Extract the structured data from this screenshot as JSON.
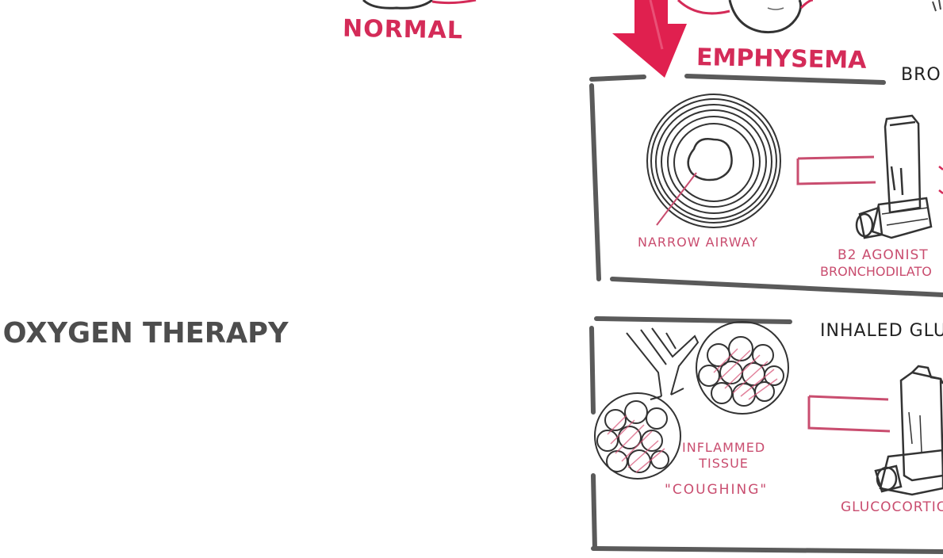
{
  "labels": {
    "normal": "NORMAL",
    "emphysema": "EMPHYSEMA",
    "bronchodilator_header": "BRO",
    "oxygen_therapy": "OXYGEN THERAPY",
    "narrow_airway": "NARROW AIRWAY",
    "b2_agonist": "B2 AGONIST",
    "bronchodilator": "BRONCHODILATO",
    "inhaled_gluco_header": "INHALED GLU",
    "inflamed_tissue": "INFLAMMED\nTISSUE",
    "coughing": "\"COUGHING\"",
    "glucocorticoid": "GLUCOCORTIC"
  },
  "colors": {
    "accent": "#d42b58",
    "annotation": "#c94d6f",
    "ink": "#333333",
    "box_border": "#5a5a5a"
  }
}
